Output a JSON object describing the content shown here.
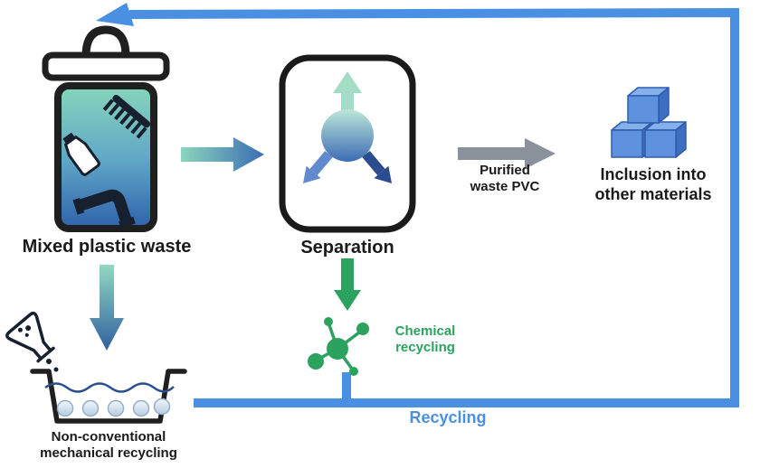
{
  "diagram": {
    "type": "flow-diagram",
    "labels": {
      "mixed_plastic_waste": "Mixed plastic waste",
      "separation": "Separation",
      "purified_line1": "Purified",
      "purified_line2": "waste PVC",
      "inclusion_line1": "Inclusion into",
      "inclusion_line2": "other materials",
      "chemical_line1": "Chemical",
      "chemical_line2": "recycling",
      "nonconv_line1": "Non-conventional",
      "nonconv_line2": "mechanical recycling",
      "recycling": "Recycling"
    },
    "icons": [
      "trash-bin-icon",
      "comb-icon",
      "bottle-icon",
      "pipe-icon",
      "separation-splitter-icon",
      "cubes-icon",
      "flask-icon",
      "tub-icon",
      "molecule-icon"
    ],
    "colors": {
      "recycling_loop_blue": "#4a90e2",
      "chemical_green": "#2ba25e",
      "purified_arrow_gray": "#8b919b",
      "gradient_teal": "#8bd5bd",
      "gradient_blue": "#3a6db4",
      "cube_blue": "#5f92de",
      "text_black": "#1a1a1a"
    },
    "flows": [
      {
        "from": "Mixed plastic waste",
        "to": "Separation"
      },
      {
        "from": "Separation",
        "to": "Inclusion into other materials",
        "via": "Purified waste PVC"
      },
      {
        "from": "Mixed plastic waste",
        "to": "Non-conventional mechanical recycling"
      },
      {
        "from": "Separation",
        "to": "Chemical recycling"
      },
      {
        "from": "Chemical recycling",
        "to": "Mixed plastic waste",
        "via": "Recycling"
      }
    ]
  }
}
